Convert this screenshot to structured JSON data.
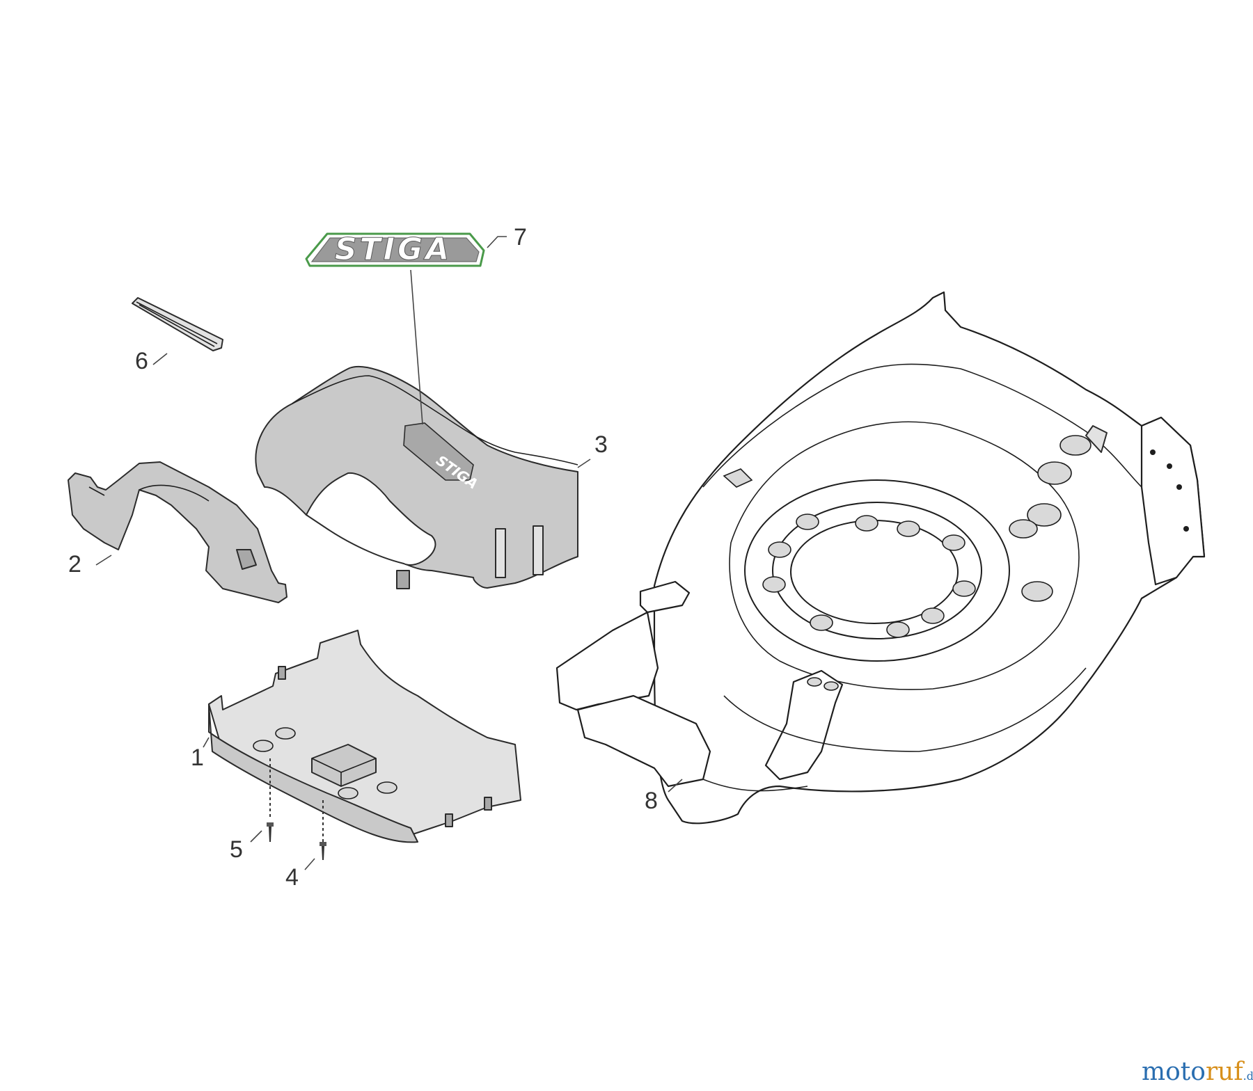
{
  "brand_logo_text": "STIGA",
  "callouts": [
    {
      "id": "1",
      "label": "1"
    },
    {
      "id": "2",
      "label": "2"
    },
    {
      "id": "3",
      "label": "3"
    },
    {
      "id": "4",
      "label": "4"
    },
    {
      "id": "5",
      "label": "5"
    },
    {
      "id": "6",
      "label": "6"
    },
    {
      "id": "7",
      "label": "7"
    },
    {
      "id": "8",
      "label": "8"
    }
  ],
  "watermark": {
    "part1": "moto",
    "part2": "ruf",
    "part3": ".de"
  },
  "colors": {
    "logo_fill": "#9a9a9a",
    "logo_outline": "#4a9a4a",
    "watermark_blue": "#2a6eb0",
    "watermark_orange": "#d8901c"
  }
}
